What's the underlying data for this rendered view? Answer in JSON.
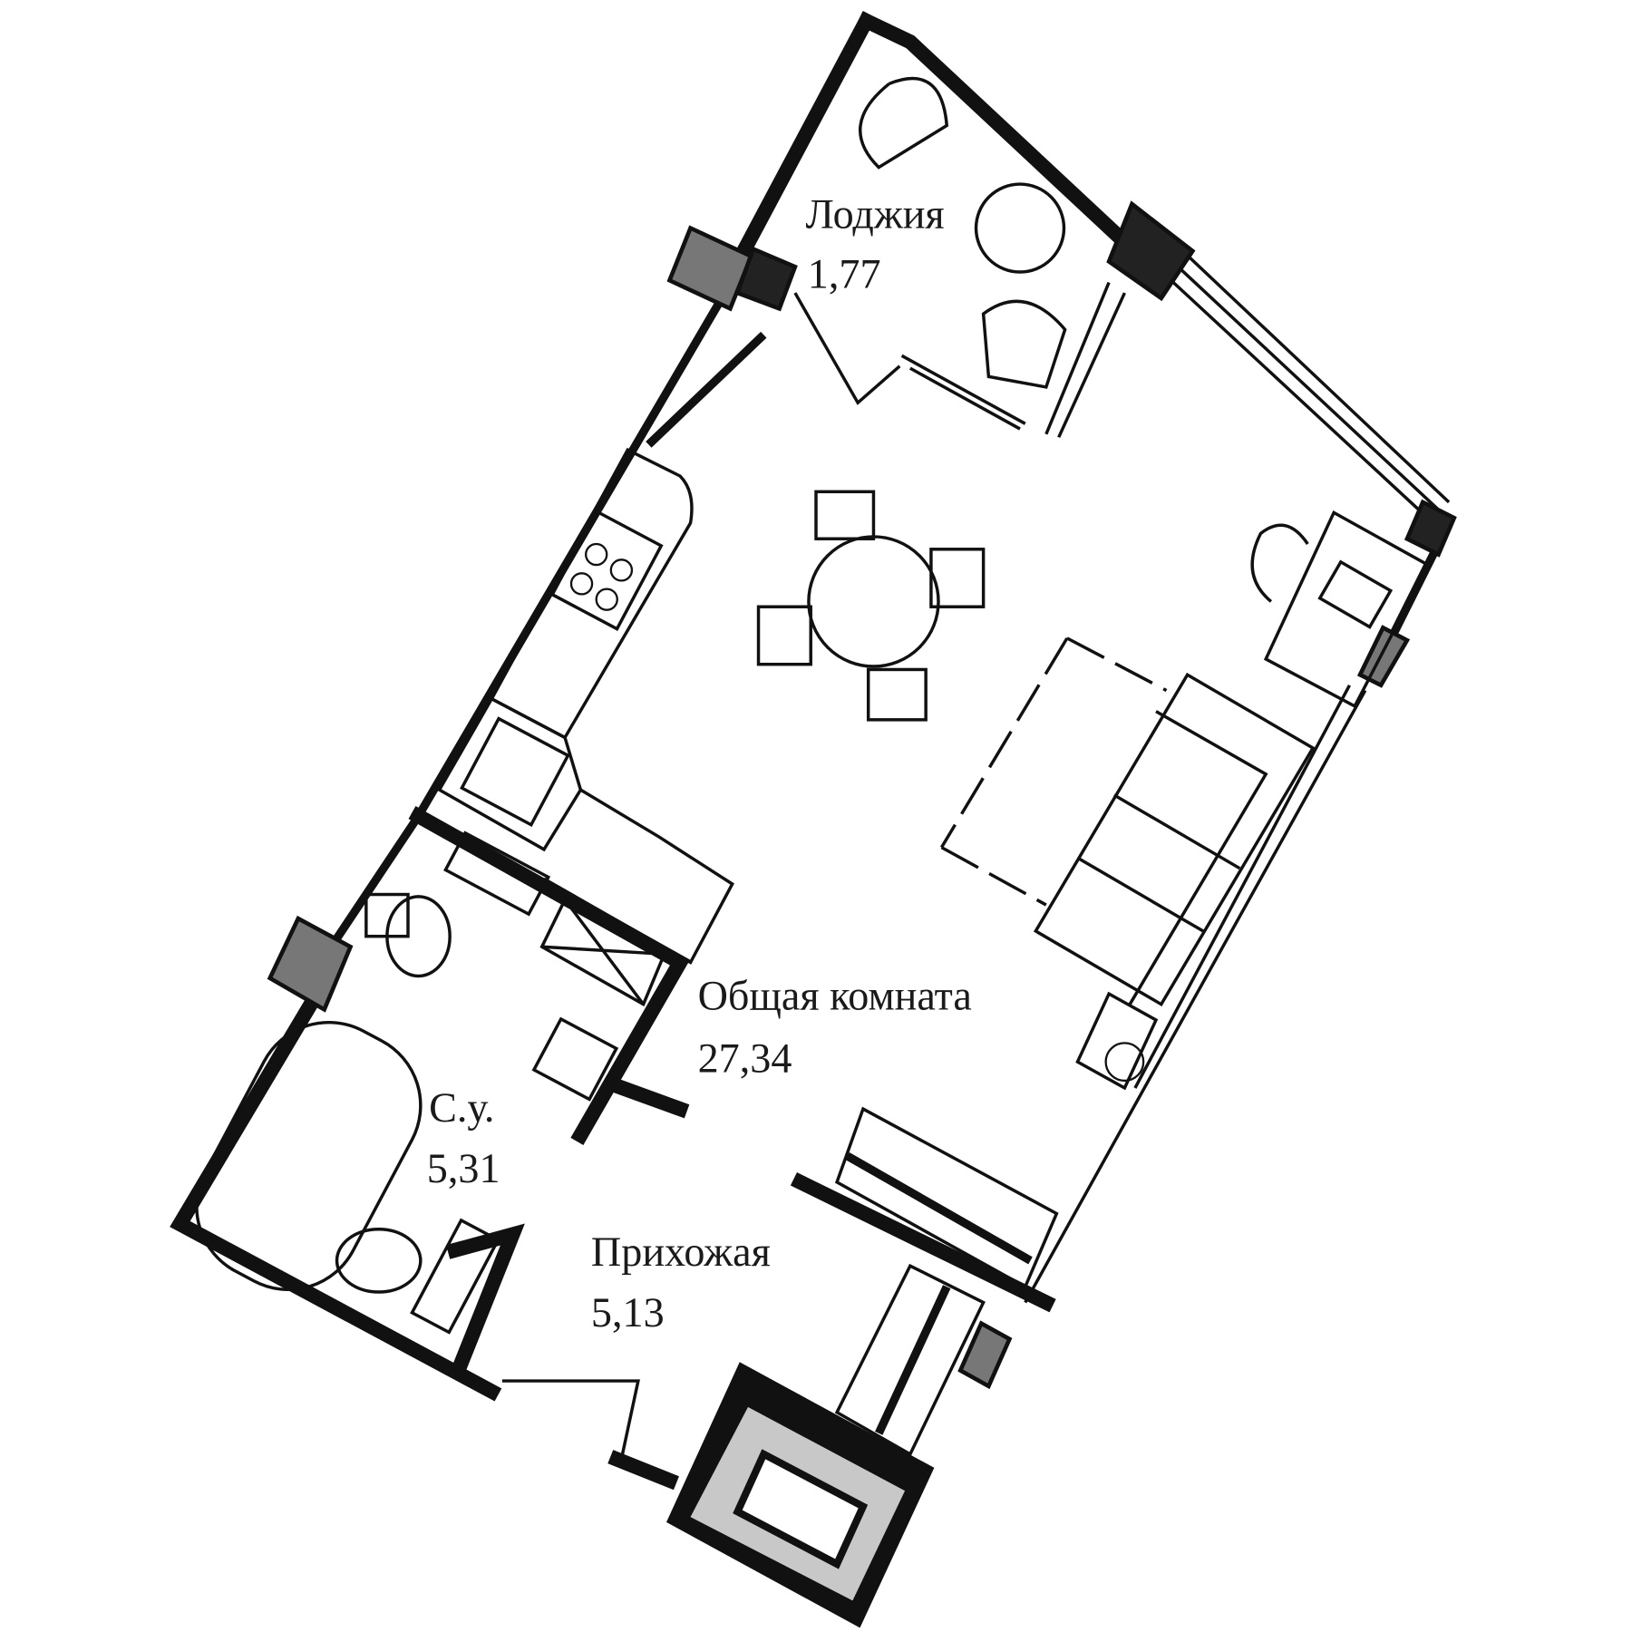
{
  "rooms": [
    {
      "name": "Лоджия",
      "area": "1,77"
    },
    {
      "name": "Общая комната",
      "area": "27,34"
    },
    {
      "name": "С.у.",
      "area": "5,31"
    },
    {
      "name": "Прихожая",
      "area": "5,13"
    }
  ],
  "colors": {
    "wall": "#111111",
    "column": "#777777",
    "shaft": "#c8c8c8",
    "background": "#ffffff"
  }
}
